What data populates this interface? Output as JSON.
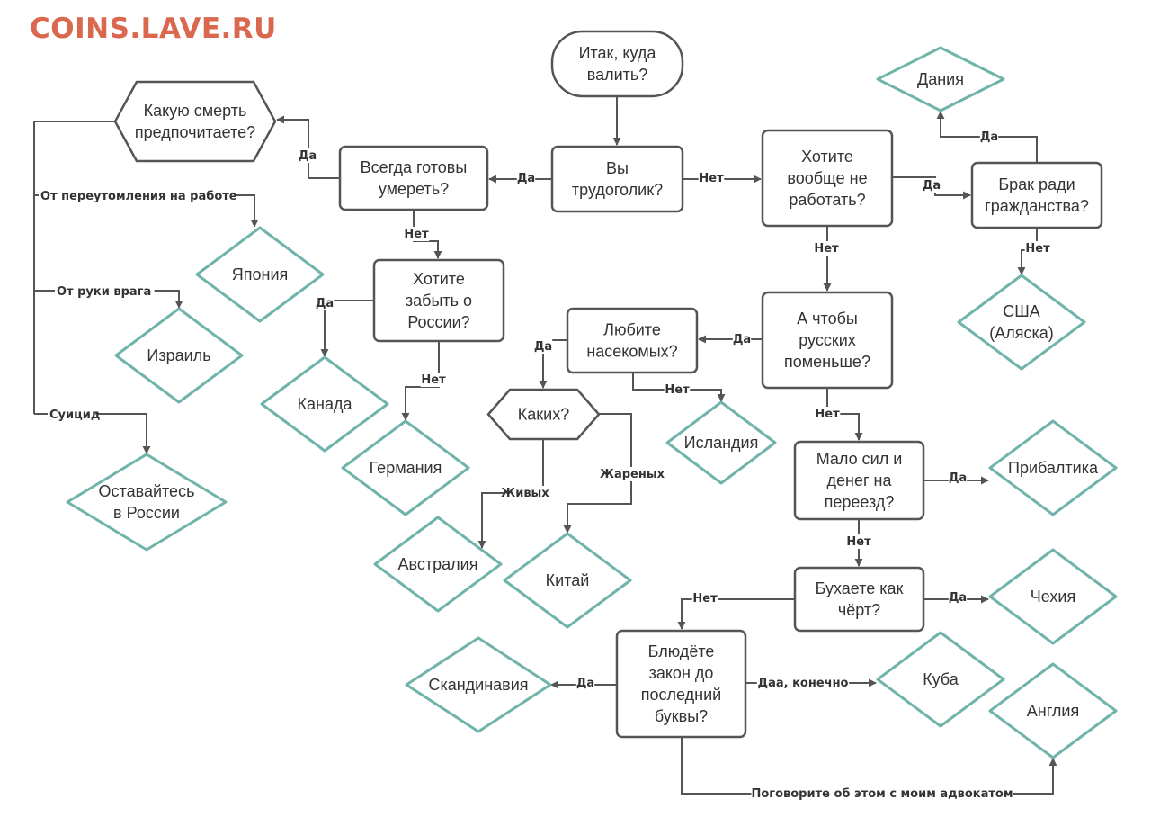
{
  "brand": "COINS.LAVE.RU",
  "colors": {
    "brand": "#d9684f",
    "destination_border": "#6fb3aa",
    "question_border": "#555555",
    "text": "#333333"
  },
  "nodes": {
    "start": [
      "Итак, куда",
      "валить?"
    ],
    "workaholic": [
      "Вы",
      "трудоголик?"
    ],
    "ready_to_die": [
      "Всегда готовы",
      "умереть?"
    ],
    "which_death": [
      "Какую смерть",
      "предпочитаете?"
    ],
    "not_work": [
      "Хотите",
      "вообще не",
      "работать?"
    ],
    "marriage": [
      "Брак ради",
      "гражданства?"
    ],
    "forget_russia": [
      "Хотите",
      "забыть о",
      "России?"
    ],
    "fewer_russians": [
      "А чтобы",
      "русских",
      "поменьше?"
    ],
    "insects": [
      "Любите",
      "насекомых?"
    ],
    "which_insects": [
      "Каких?"
    ],
    "low_money": [
      "Мало сил и",
      "денег на",
      "переезд?"
    ],
    "drink": [
      "Бухаете как",
      "чёрт?"
    ],
    "law": [
      "Блюдёте",
      "закон до",
      "последний",
      "буквы?"
    ]
  },
  "destinations": {
    "denmark": [
      "Дания"
    ],
    "usa": [
      "США",
      "(Аляска)"
    ],
    "japan": [
      "Япония"
    ],
    "israel": [
      "Израиль"
    ],
    "stay_russia": [
      "Оставайтесь",
      "в России"
    ],
    "canada": [
      "Канада"
    ],
    "germany": [
      "Германия"
    ],
    "iceland": [
      "Исландия"
    ],
    "australia": [
      "Австралия"
    ],
    "china": [
      "Китай"
    ],
    "baltics": [
      "Прибалтика"
    ],
    "czech": [
      "Чехия"
    ],
    "scandinavia": [
      "Скандинавия"
    ],
    "cuba": [
      "Куба"
    ],
    "england": [
      "Англия"
    ]
  },
  "edges": {
    "workaholic_yes": "Да",
    "workaholic_no": "Нет",
    "ready_yes": "Да",
    "ready_no": "Нет",
    "death_overwork": "От переутомления на работе",
    "death_enemy": "От руки врага",
    "death_suicide": "Суицид",
    "not_work_yes": "Да",
    "not_work_no": "Нет",
    "marriage_yes": "Да",
    "marriage_no": "Нет",
    "forget_yes": "Да",
    "forget_no": "Нет",
    "fewer_yes": "Да",
    "fewer_no": "Нет",
    "insects_yes": "Да",
    "insects_no": "Нет",
    "insects_live": "Живых",
    "insects_fried": "Жареных",
    "money_yes": "Да",
    "money_no": "Нет",
    "drink_yes": "Да",
    "drink_no": "Нет",
    "law_yes": "Да",
    "law_of_course": "Даа, конечно",
    "law_lawyer": "Поговорите об этом с моим адвокатом"
  }
}
